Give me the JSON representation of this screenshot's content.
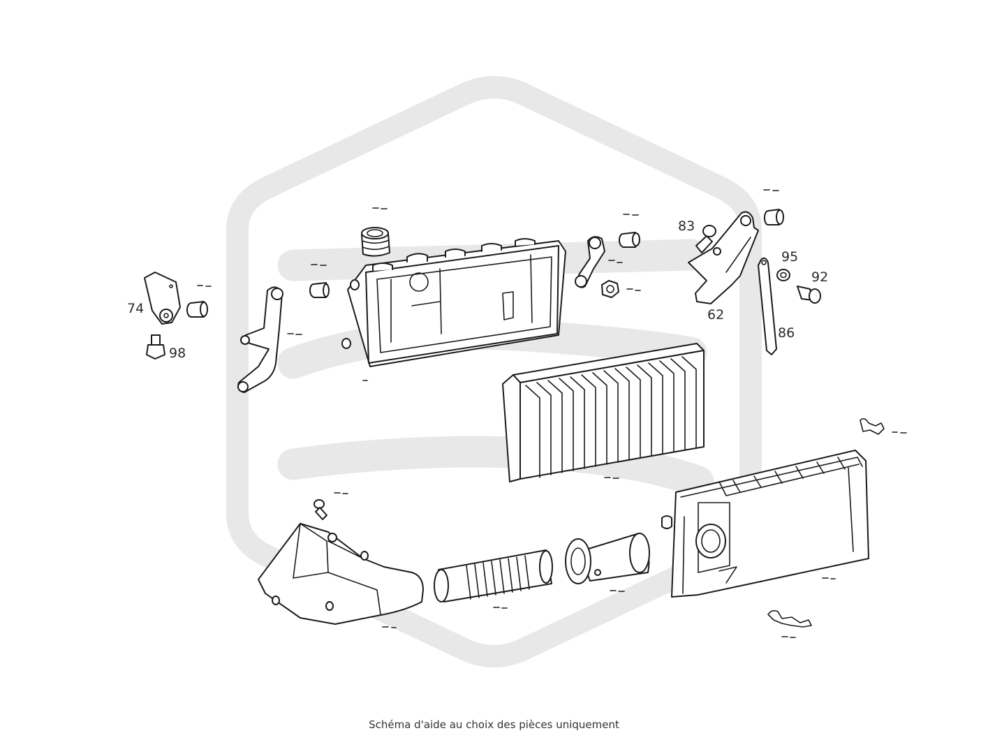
{
  "caption": "Schéma d'aide au choix des pièces uniquement",
  "watermark_icon": "brand-hexagon-logo-watermark",
  "labels": {
    "p74": "74",
    "p98": "98",
    "p83": "83",
    "p62": "62",
    "p95": "95",
    "p92": "92",
    "p86": "86"
  },
  "colors": {
    "line": "#1a1a1a",
    "watermark": "#e8e8e8",
    "background": "#ffffff"
  }
}
